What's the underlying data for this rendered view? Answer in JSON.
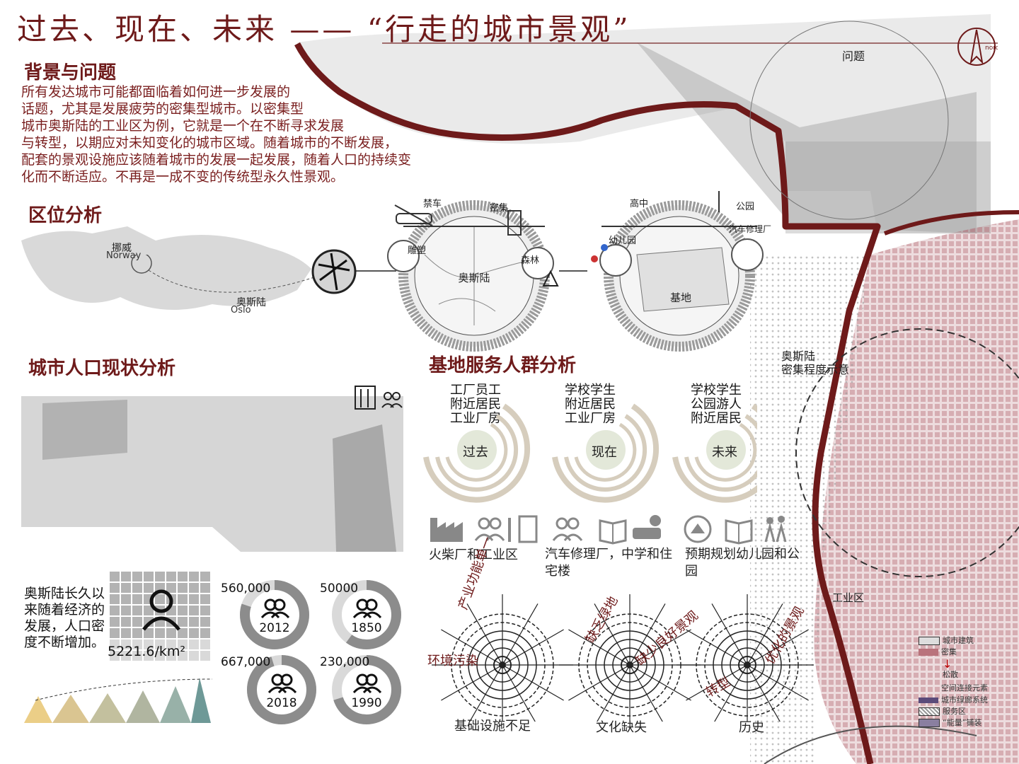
{
  "title": "过去、现在、未来 —— “行走的城市景观”",
  "sections": {
    "background": {
      "heading": "背景与问题",
      "lines": [
        "所有发达城市可能都面临着如何进一步发展的",
        "话题，尤其是发展疲劳的密集型城市。以密集型",
        "城市奥斯陆的工业区为例，它就是一个在不断寻求发展",
        "与转型，以期应对未知变化的城市区域。随着城市的不断发展，",
        "配套的景观设施应该随着城市的发展一起发展，随着人口的持续变",
        "化而不断适应。不再是一成不变的传统型永久性景观。"
      ]
    },
    "location": {
      "heading": "区位分析",
      "norway_cn": "挪威",
      "norway_en": "Norway",
      "oslo_cn": "奥斯陆",
      "oslo_en": "Oslo",
      "ring1": {
        "center": "奥斯陆",
        "labels": [
          "禁车",
          "密集",
          "雕塑",
          "森林"
        ]
      },
      "ring2": {
        "center": "基地",
        "labels": [
          "高中",
          "公园",
          "幼儿园",
          "汽车修理厂"
        ]
      }
    },
    "top_right": {
      "problem_label": "问题",
      "compass": "nord"
    },
    "population": {
      "heading": "城市人口现状分析",
      "description": [
        "奥斯陆长久以",
        "来随着经济的",
        "发展，人口密",
        "度不断增加。"
      ],
      "density": "5221.6/km²",
      "stats": [
        {
          "value": "560,000",
          "year": "2012",
          "fraction": 0.8
        },
        {
          "value": "50000",
          "year": "1850",
          "fraction": 0.6
        },
        {
          "value": "667,000",
          "year": "2018",
          "fraction": 0.95
        },
        {
          "value": "230,000",
          "year": "1990",
          "fraction": 0.7
        }
      ]
    },
    "service": {
      "heading": "基地服务人群分析",
      "groups": [
        {
          "lines": [
            "工厂员工",
            "附近居民",
            "工业厂房"
          ],
          "era": "过去",
          "caption": "火柴厂和工业区"
        },
        {
          "lines": [
            "学校学生",
            "附近居民",
            "工业厂房"
          ],
          "era": "现在",
          "caption": "汽车修理厂，中学和住宅楼"
        },
        {
          "lines": [
            "学校学生",
            "公园游人",
            "附近居民"
          ],
          "era": "未来",
          "caption": "预期规划幼儿园和公园"
        }
      ]
    },
    "radars": [
      {
        "labels": [
          "产业功能单一",
          "环境污染"
        ],
        "bottom": "基础设施不足"
      },
      {
        "labels": [
          "缺乏绿地",
          "缺少良好景观"
        ],
        "bottom": "文化缺失"
      },
      {
        "labels": [
          "转型",
          "优化的景观"
        ],
        "bottom": "历史"
      }
    ],
    "map": {
      "density_label": [
        "奥斯陆",
        "密集程度示意"
      ],
      "industrial_label": "工业区",
      "legend": [
        "城市建筑",
        "密集",
        "松散",
        "空间连接元素",
        "城市绿廊系统",
        "服务区",
        "“能量”铺装"
      ]
    }
  },
  "colors": {
    "maroon": "#6e1a1a",
    "beige": "#cbc3b2",
    "grey_ring": "#bdbdbd",
    "map_red": "#b9737c"
  }
}
